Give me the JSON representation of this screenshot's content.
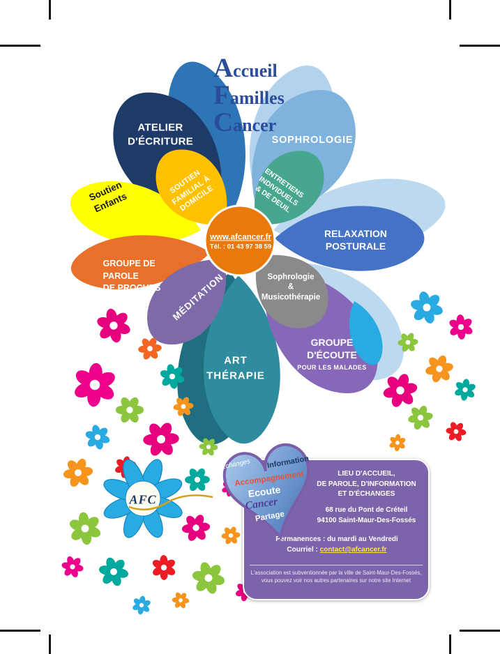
{
  "title": {
    "lines": [
      "Accueil",
      "Familles",
      "Cancer"
    ],
    "color": "#2B4C9B"
  },
  "center_circle": {
    "url": "www.afcancer.fr",
    "tel": "Tél. : 01 43 97 38 59",
    "color": "#E8790A"
  },
  "petals": {
    "atelier": {
      "lines": [
        "ATELIER",
        "D'ÉCRITURE"
      ],
      "color": "#1E3A68",
      "text_color": "#FFFFFF"
    },
    "sophrologie": {
      "lines": [
        "SOPHROLOGIE"
      ],
      "color": "#7FB2DD",
      "text_color": "#FFFFFF"
    },
    "soutien_enfants": {
      "lines": [
        "Soutien",
        "Enfants"
      ],
      "color": "#FFFF00",
      "text_color": "#1A1A1A"
    },
    "soutien_familial": {
      "lines": [
        "SOUTIEN",
        "FAMILIAL À",
        "DOMICILE"
      ],
      "color": "#FFC000",
      "text_color": "#FFFFFF"
    },
    "entretiens": {
      "lines": [
        "ENTRETIENS",
        "INDIVIDUELS",
        "& DE DEUIL"
      ],
      "color": "#47A68E",
      "text_color": "#FFFFFF"
    },
    "relaxation": {
      "lines": [
        "RELAXATION",
        "POSTURALE"
      ],
      "color": "#4472C4",
      "text_color": "#FFFFFF"
    },
    "groupe_parole": {
      "lines": [
        "GROUPE DE",
        "PAROLE",
        "DE PROCHES"
      ],
      "color": "#E8702A",
      "text_color": "#FFFFFF"
    },
    "meditation": {
      "lines": [
        "MÉDITATION"
      ],
      "color": "#7E6AA8",
      "text_color": "#FFFFFF"
    },
    "sophro_musico": {
      "lines": [
        "Sophrologie",
        "&",
        "Musicothérapie"
      ],
      "color": "#8A8A8A",
      "text_color": "#FFFFFF"
    },
    "art_therapie": {
      "lines": [
        "ART",
        "THÉRAPIE"
      ],
      "color": "#2E8C9E",
      "text_color": "#FFFFFF"
    },
    "groupe_ecoute": {
      "lines": [
        "GROUPE",
        "D'ÉCOUTE"
      ],
      "sub": "POUR LES MALADES",
      "color": "#8667B8",
      "text_color": "#FFFFFF"
    }
  },
  "background_petals": {
    "bg_art": "#1F6F80",
    "bg_top": "#2E75B6",
    "bg_top_right": "#B3D2EC",
    "bg_right": "#BDD9F0",
    "bg_bottom_right": "#BDD9F0",
    "accent_blue": "#29ABE2"
  },
  "heart": {
    "fill_light": "#A9CBEC",
    "fill_dark": "#3E6CB5",
    "stroke": "#7B5EA7",
    "words": [
      {
        "text": "Echanges",
        "color": "#FFFFFF"
      },
      {
        "text": "Information",
        "color": "#1F3864"
      },
      {
        "text": "Accompagnement",
        "color": "#E8503A"
      },
      {
        "text": "Ecoute",
        "color": "#FFFFFF"
      },
      {
        "text": "Cancer",
        "color": "#4B3F98"
      },
      {
        "text": "Partage",
        "color": "#FFFFFF"
      }
    ]
  },
  "info_box": {
    "color": "#7C64AB",
    "heading_lines": [
      "LIEU D'ACCUEIL,",
      "DE PAROLE, D'INFORMATION",
      "ET D'ÉCHANGES"
    ],
    "address_lines": [
      "68 rue du Pont de Créteil",
      "94100 Saint-Maur-Des-Fossés"
    ],
    "hours": "Permanences : du mardi au Vendredi",
    "email_label": "Courriel :",
    "email": "contact@afcancer.fr",
    "footnote_lines": [
      "L'association est subventionnée par la ville de Saint-Maur-Des-Fossés,",
      "vous pouvez  voir nos autres partenaires  sur notre site Internet"
    ]
  },
  "logo": {
    "text": "AFC",
    "petal_color": "#29ABE2",
    "petal_edge": "#1286C3",
    "text_color": "#1F3864",
    "swoosh_color": "#D4A017"
  },
  "decor_flowers": [
    [
      163,
      467,
      22,
      "#E6007E"
    ],
    [
      215,
      500,
      15,
      "#F26522"
    ],
    [
      136,
      552,
      28,
      "#EC008C"
    ],
    [
      247,
      540,
      16,
      "#00A99D"
    ],
    [
      186,
      588,
      18,
      "#8CC63F"
    ],
    [
      263,
      583,
      13,
      "#F7941D"
    ],
    [
      140,
      627,
      16,
      "#29ABE2"
    ],
    [
      231,
      630,
      23,
      "#E6007E"
    ],
    [
      299,
      641,
      12,
      "#8CC63F"
    ],
    [
      112,
      678,
      19,
      "#F7941D"
    ],
    [
      180,
      670,
      14,
      "#ED1C24"
    ],
    [
      283,
      688,
      16,
      "#00A99D"
    ],
    [
      330,
      700,
      11,
      "#EC008C"
    ],
    [
      122,
      758,
      21,
      "#8CC63F"
    ],
    [
      281,
      757,
      18,
      "#E6007E"
    ],
    [
      331,
      768,
      12,
      "#F7941D"
    ],
    [
      104,
      813,
      14,
      "#EC008C"
    ],
    [
      163,
      820,
      19,
      "#00A99D"
    ],
    [
      235,
      814,
      16,
      "#ED1C24"
    ],
    [
      299,
      829,
      21,
      "#8CC63F"
    ],
    [
      352,
      848,
      13,
      "#E6007E"
    ],
    [
      259,
      861,
      11,
      "#F7941D"
    ],
    [
      203,
      868,
      12,
      "#29ABE2"
    ],
    [
      612,
      441,
      21,
      "#29ABE2"
    ],
    [
      661,
      469,
      16,
      "#EC008C"
    ],
    [
      585,
      491,
      13,
      "#8CC63F"
    ],
    [
      630,
      529,
      18,
      "#F7941D"
    ],
    [
      574,
      560,
      22,
      "#E6007E"
    ],
    [
      667,
      559,
      14,
      "#00A99D"
    ],
    [
      603,
      599,
      16,
      "#8CC63F"
    ],
    [
      654,
      619,
      13,
      "#ED1C24"
    ],
    [
      570,
      635,
      11,
      "#F7941D"
    ]
  ]
}
